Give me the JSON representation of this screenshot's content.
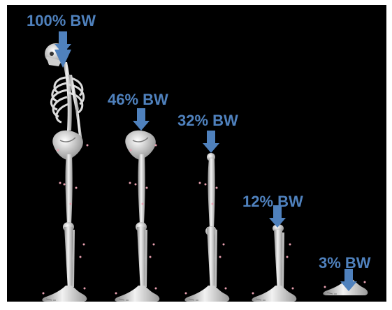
{
  "figure": {
    "labels": [
      "100% BW",
      "46% BW",
      "32% BW",
      "12% BW",
      "3% BW"
    ],
    "segments": [
      "Full body (skeleton)",
      "Pelvis and lower limb",
      "Thigh and lower limb",
      "Shank and foot",
      "Foot"
    ],
    "colors": {
      "arrow": "#4f81bd",
      "background": "#000000",
      "bone": "#e6e6e6",
      "marker": "#e8a0b0"
    }
  }
}
